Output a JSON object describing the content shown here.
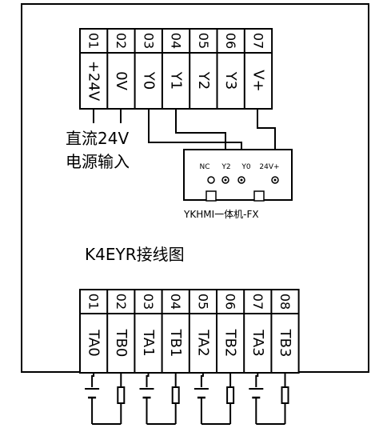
{
  "diagram": {
    "top_terminals": {
      "numbers": [
        "01",
        "02",
        "03",
        "04",
        "05",
        "06",
        "07"
      ],
      "labels": [
        "+24V",
        "0V",
        "Y0",
        "Y1",
        "Y2",
        "Y3",
        "V+"
      ]
    },
    "power_label": {
      "line1": "直流24V",
      "line2": "电源输入"
    },
    "hmi": {
      "pins": [
        "NC",
        "Y2",
        "Y0",
        "24V+"
      ],
      "name": "YKHMI一体机-FX"
    },
    "title": "K4EYR接线图",
    "bottom_terminals": {
      "numbers": [
        "01",
        "02",
        "03",
        "04",
        "05",
        "06",
        "07",
        "08"
      ],
      "labels": [
        "TA0",
        "TB0",
        "TA1",
        "TB1",
        "TA2",
        "TB2",
        "TA3",
        "TB3"
      ]
    }
  }
}
